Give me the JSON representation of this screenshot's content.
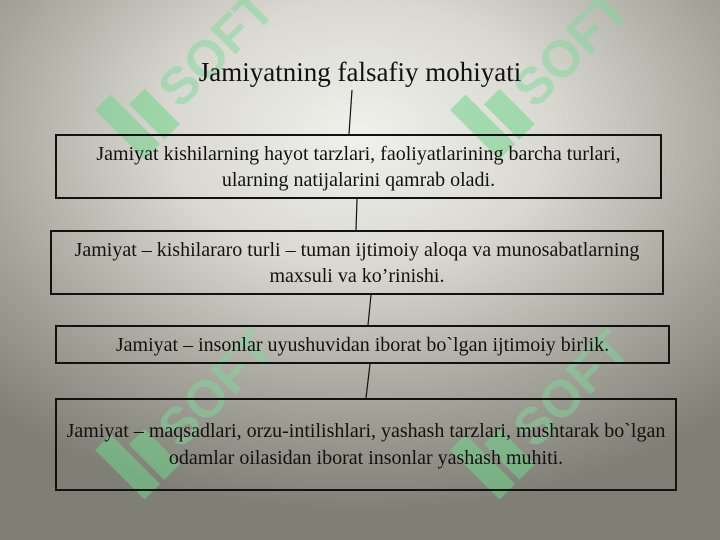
{
  "title": "Jamiyatning falsafiy mohiyati",
  "boxes": [
    {
      "text": "Jamiyat kishilarning hayot tarzlari, faoliyatlarining barcha turlari, ularning natijalarini qamrab oladi."
    },
    {
      "text": "Jamiyat – kishilararo turli – tuman ijtimoiy aloqa va munosabatlarning maxsuli va ko’rinishi."
    },
    {
      "text": "Jamiyat – insonlar uyushuvidan iborat bo`lgan ijtimoiy birlik."
    },
    {
      "text": "Jamiyat – maqsadlari, orzu-intilishlari, yashash tarzlari, mushtarak bo`lgan odamlar oilasidan iborat insonlar yashash muhiti."
    }
  ],
  "watermark": {
    "text": "SOFT",
    "color": "#6fd68a"
  }
}
